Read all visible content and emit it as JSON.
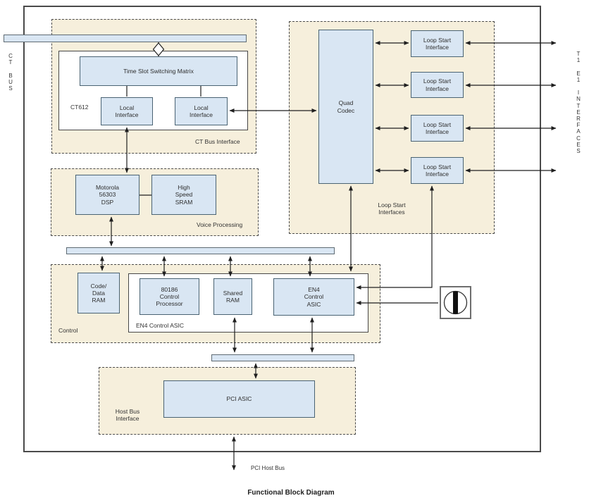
{
  "side_labels": {
    "ct_bus": "C\nT\n\nB\nU\nS",
    "t1_e1_interfaces": "T\n1\n\nE\n1\n\nI\nN\nT\nE\nR\nF\nA\nC\nE\nS"
  },
  "groups": {
    "ct_bus_interface": "CT Bus Interface",
    "voice_processing": "Voice Processing",
    "loop_start_interfaces": "Loop Start\nInterfaces",
    "control": "Control",
    "host_bus_interface": "Host Bus\nInterface"
  },
  "chips": {
    "ct612": "CT612",
    "en4_control_asic": "EN4 Control ASIC"
  },
  "blocks": {
    "time_slot_switching_matrix": "Time Slot Switching Matrix",
    "local_interface_left": "Local\nInterface",
    "local_interface_right": "Local\nInterface",
    "motorola_dsp": "Motorola\n56303\nDSP",
    "high_speed_sram": "High\nSpeed\nSRAM",
    "quad_codec": "Quad\nCodec",
    "loop_start_interface_1": "Loop Start\nInterface",
    "loop_start_interface_2": "Loop Start\nInterface",
    "loop_start_interface_3": "Loop Start\nInterface",
    "loop_start_interface_4": "Loop Start\nInterface",
    "code_data_ram": "Code/\nData\nRAM",
    "control_processor": "80186\nControl\nProcessor",
    "shared_ram": "Shared\nRAM",
    "en4_control_asic": "EN4\nControl\nASIC",
    "pci_asic": "PCI ASIC"
  },
  "footer": {
    "pci_host_bus": "PCI Host Bus",
    "title": "Functional Block Diagram"
  },
  "icons": {
    "bus_tap": "diamond-bus-tap",
    "oscillator": "oscillator-clock"
  },
  "colors": {
    "block_fill": "#d9e6f3",
    "block_border": "#4a6373",
    "group_fill": "#f6efdc",
    "line": "#1f1f1f"
  }
}
